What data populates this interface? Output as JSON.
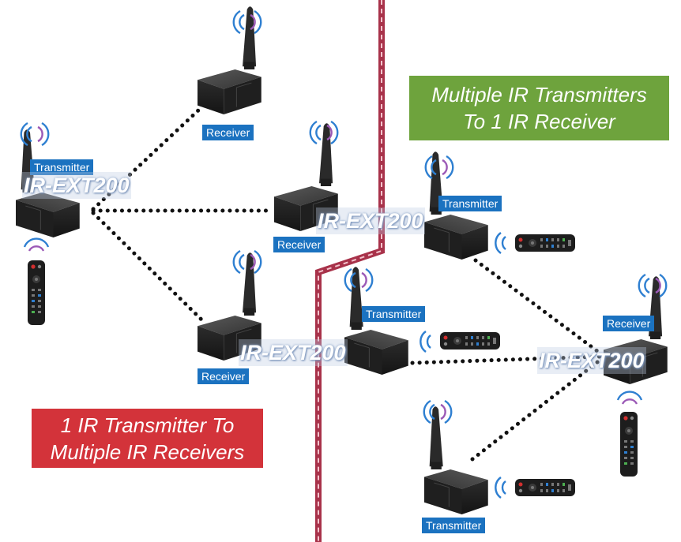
{
  "labels": {
    "transmitter": "Transmitter",
    "receiver": "Receiver"
  },
  "watermark": "IR-EXT200",
  "titles": {
    "left": [
      "1 IR Transmitter To",
      "Multiple IR Receivers"
    ],
    "right": [
      "Multiple IR Transmitters",
      "To 1 IR Receiver"
    ]
  },
  "colors": {
    "label_bg": "#1b72c0",
    "left_title_bg": "#d3333a",
    "right_title_bg": "#6ea33d",
    "divider": "#a8324a",
    "device_body": "#2a2a2a",
    "ir_waves": "#2e7fd1"
  }
}
